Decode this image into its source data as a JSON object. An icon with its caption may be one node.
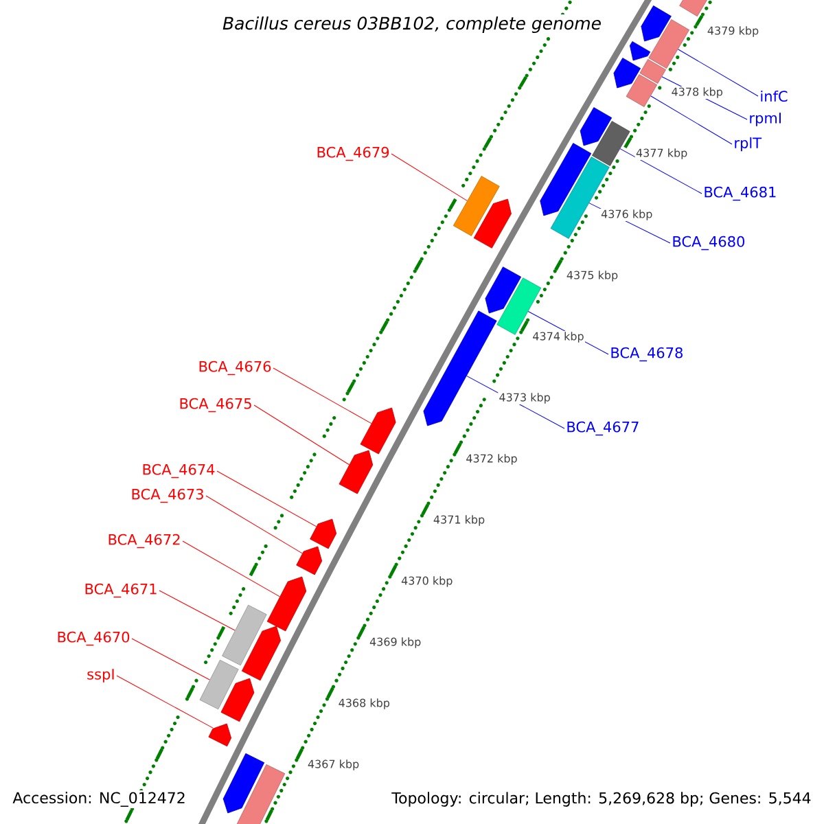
{
  "diagram": {
    "title": "Bacillus cereus 03BB102, complete genome",
    "nodes": [
      {
        "text": [
          "BCA_4679"
        ]
      },
      {
        "text": [
          "BCA_4676"
        ]
      },
      {
        "text": [
          "BCA_4675"
        ]
      },
      {
        "text": [
          "BCA_4674"
        ]
      },
      {
        "text": [
          "BCA_4673"
        ]
      },
      {
        "text": [
          "BCA_4672"
        ]
      },
      {
        "text": [
          "BCA_4671"
        ]
      },
      {
        "text": [
          "BCA_4670"
        ]
      },
      {
        "text": [
          "sspI"
        ]
      },
      {
        "text": [
          "infC"
        ]
      },
      {
        "text": [
          "rpmI"
        ]
      },
      {
        "text": [
          "rplT"
        ]
      },
      {
        "text": [
          "BCA_4681"
        ]
      },
      {
        "text": [
          "BCA_4680"
        ]
      },
      {
        "text": [
          "BCA_4678"
        ]
      },
      {
        "text": [
          "BCA_4677"
        ]
      },
      {
        "text": [],
        "shape": "box"
      },
      {
        "text": [],
        "shape": "pentagon"
      },
      {
        "text": [],
        "shape": "box"
      },
      {
        "text": [],
        "shape": "pentagon"
      },
      {
        "text": [],
        "shape": "pentagon"
      },
      {
        "text": [],
        "shape": "box"
      },
      {
        "text": [],
        "shape": "box"
      },
      {
        "text": [],
        "shape": "pentagon"
      },
      {
        "text": [],
        "shape": "box"
      },
      {
        "text": [],
        "shape": "pentagon"
      },
      {
        "text": [],
        "shape": "box"
      },
      {
        "text": [],
        "shape": "box"
      },
      {
        "text": [],
        "shape": "pentagon"
      },
      {
        "text": [],
        "shape": "pentagon"
      },
      {
        "text": [],
        "shape": "box"
      },
      {
        "text": [],
        "shape": "pentagon"
      },
      {
        "text": [],
        "shape": "pentagon"
      },
      {
        "text": [],
        "shape": "pentagon"
      },
      {
        "text": [],
        "shape": "pentagon"
      },
      {
        "text": [],
        "shape": "pentagon"
      },
      {
        "text": [],
        "shape": "pentagon"
      },
      {
        "text": [],
        "shape": "box"
      },
      {
        "text": [],
        "shape": "pentagon"
      },
      {
        "text": [],
        "shape": "box"
      },
      {
        "text": [],
        "shape": "pentagon"
      },
      {
        "text": [],
        "shape": "pentagon"
      },
      {
        "text": [],
        "shape": "pentagon"
      },
      {
        "text": [],
        "shape": "box"
      }
    ],
    "edges": [
      {
        "from": 0,
        "to": 27,
        "arrow": "none",
        "color": "#ff0000"
      },
      {
        "from": 1,
        "to": 32,
        "arrow": "none",
        "color": "#ff0000"
      },
      {
        "from": 2,
        "to": 33,
        "arrow": "none",
        "color": "#ff0000"
      },
      {
        "from": 3,
        "to": 34,
        "arrow": "none",
        "color": "#ff0000"
      },
      {
        "from": 4,
        "to": 35,
        "arrow": "none",
        "color": "#ff0000"
      },
      {
        "from": 5,
        "to": 36,
        "arrow": "none",
        "color": "#ff0000"
      },
      {
        "from": 6,
        "to": 37,
        "arrow": "none",
        "color": "#ff0000"
      },
      {
        "from": 7,
        "to": 39,
        "arrow": "none",
        "color": "#ff0000"
      },
      {
        "from": 8,
        "to": 41,
        "arrow": "none",
        "color": "#ff0000"
      },
      {
        "from": 9,
        "to": 18,
        "arrow": "none",
        "color": "#0000ff"
      },
      {
        "from": 10,
        "to": 21,
        "arrow": "none",
        "color": "#0000ff"
      },
      {
        "from": 11,
        "to": 22,
        "arrow": "none",
        "color": "#0000ff"
      },
      {
        "from": 12,
        "to": 24,
        "arrow": "none",
        "color": "#0000ff"
      },
      {
        "from": 13,
        "to": 26,
        "arrow": "none",
        "color": "#0000ff"
      },
      {
        "from": 14,
        "to": 30,
        "arrow": "none",
        "color": "#0000ff"
      },
      {
        "from": 15,
        "to": 31,
        "arrow": "none",
        "color": "#0000ff"
      }
    ],
    "labels": [
      "4379 kbp",
      "4378 kbp",
      "4377 kbp",
      "4376 kbp",
      "4375 kbp",
      "4374 kbp",
      "4373 kbp",
      "4372 kbp",
      "4371 kbp",
      "4370 kbp",
      "4369 kbp",
      "4368 kbp",
      "4367 kbp",
      "Accession: NC_012472",
      "Topology: circular; Length: 5,269,628 bp; Genes: 5,544"
    ]
  }
}
